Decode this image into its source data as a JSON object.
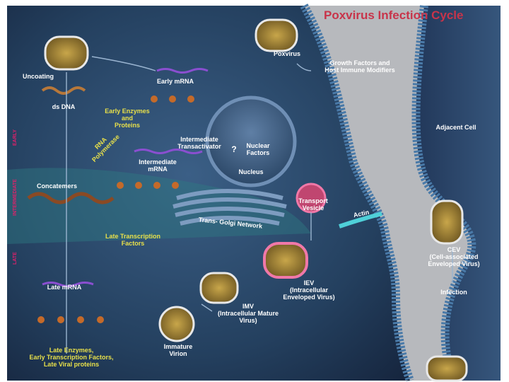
{
  "title": "Poxvirus Infection Cycle",
  "phases": {
    "early": "EARLY",
    "intermediate": "INTERMEDIATE",
    "late": "LATE"
  },
  "labels": {
    "poxvirus": "Poxvirus",
    "growth_factors": "Growth Factors and\nHost Immune Modifiers",
    "uncoating": "Uncoating",
    "early_mrna": "Early mRNA",
    "ds_dna": "ds DNA",
    "early_enzymes": "Early Enzymes\nand\nProteins",
    "rna_polymerase": "RNA\nPolymerase",
    "intermediate_transactivator": "Intermediate\nTransactivator",
    "question": "?",
    "nuclear_factors": "Nuclear\nFactors",
    "nucleus": "Nucleus",
    "adjacent_cell": "Adjacent Cell",
    "intermediate_mrna": "Intermediate\nmRNA",
    "concatemers": "Concatemers",
    "transport_vesicle": "Transport\nVesicle",
    "trans_golgi": "Trans- Golgi Network",
    "actin": "Actin",
    "late_transcription_factors": "Late Transcription\nFactors",
    "cev": "CEV\n(Cell-associated\nEnveloped Virus)",
    "late_mrna": "Late mRNA",
    "iev": "IEV\n(Intracellular\nEnveloped Virus)",
    "infection": "Infection",
    "imv": "IMV\n(Intracellular Mature\nVirus)",
    "immature_virion": "Immature\nVirion",
    "late_enzymes": "Late Enzymes,\nEarly Transcription Factors,\nLate Viral proteins"
  },
  "colors": {
    "background": "#ffffff",
    "cytoplasm_dark": "#1a2a40",
    "cytoplasm_mid": "#2f4d6e",
    "membrane": "#3f6f9a",
    "title": "#c8344a",
    "label_white": "#ffffff",
    "label_yellow": "#e8e04a",
    "mrna": "#8a4fd0",
    "vesicle": "#e8508a",
    "phase_label": "#e0206a"
  }
}
